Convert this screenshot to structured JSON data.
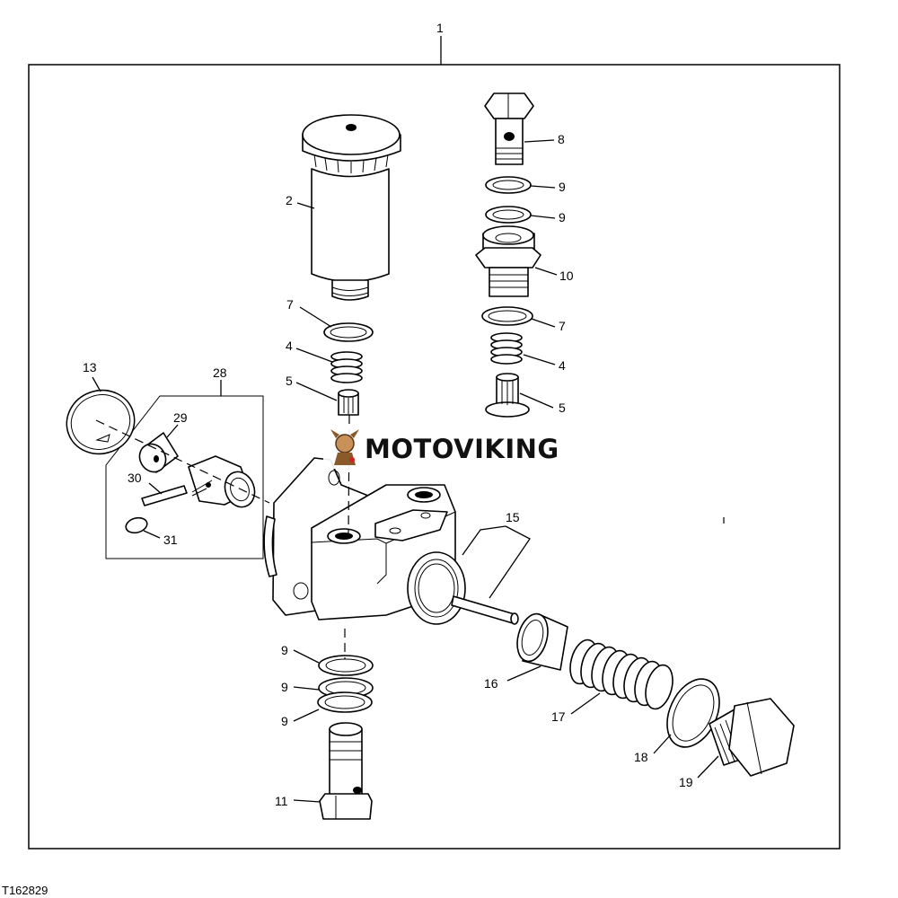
{
  "callouts": {
    "c1": "1",
    "c2": "2",
    "c4a": "4",
    "c5a": "5",
    "c7a": "7",
    "c8": "8",
    "c9a": "9",
    "c9b": "9",
    "c10": "10",
    "c7b": "7",
    "c4b": "4",
    "c5b": "5",
    "c13": "13",
    "c28": "28",
    "c29": "29",
    "c30": "30",
    "c31": "31",
    "c15": "15",
    "c9c": "9",
    "c9d": "9",
    "c9e": "9",
    "c16": "16",
    "c17": "17",
    "c18": "18",
    "c19": "19",
    "c11": "11"
  },
  "figure_id": "T162829",
  "watermark": "MOTOVIKING"
}
